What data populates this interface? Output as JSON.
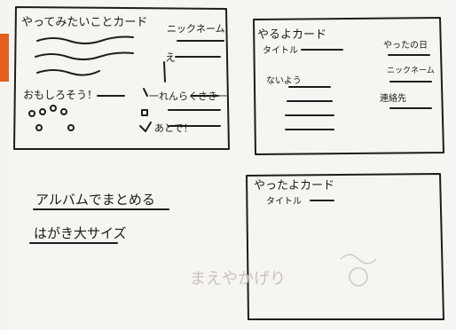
{
  "card_left": {
    "title": "やってみたいことカード",
    "nickname_label": "ニックネーム",
    "e_label": "え",
    "fun_label": "おもしろそう！",
    "timing_label": "一れんらくさき一",
    "later_label": "あとで！"
  },
  "card_right": {
    "title": "やるよカード",
    "item_title": "タイトル",
    "item_date": "やったの日",
    "item_content": "ないよう",
    "item_nickname": "ニックネーム",
    "item_contact": "連絡先"
  },
  "card_done": {
    "title": "やったよカード",
    "item_title": "タイトル"
  },
  "notes": {
    "line1": "アルバムでまとめる",
    "line2": "はがき大サイズ"
  },
  "ghost": {
    "text": "まえやかげり"
  }
}
